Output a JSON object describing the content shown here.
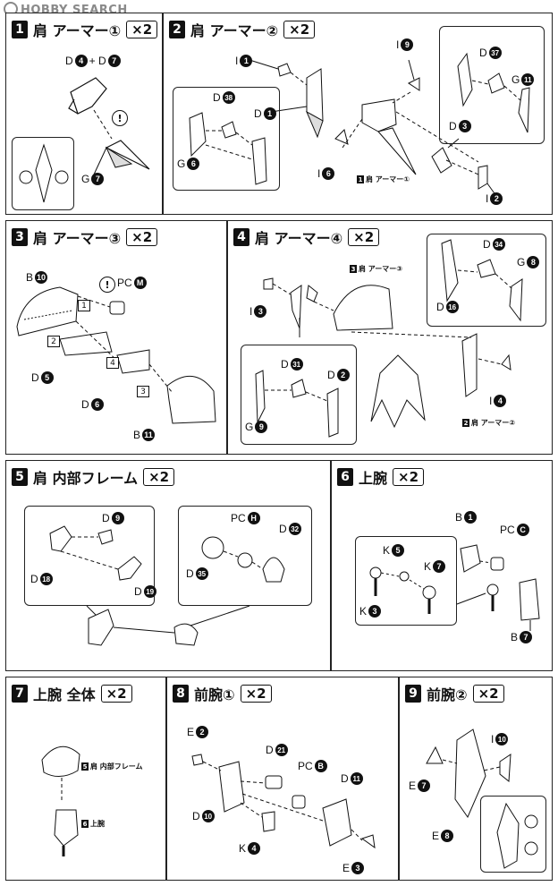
{
  "watermark": "HOBBY SEARCH",
  "panels": {
    "p1": {
      "num": "1",
      "title": "肩 アーマー①",
      "mult": "×2",
      "labels": {
        "d4d7": "D❹ + D❼",
        "d4": "D",
        "d4n": "4",
        "plus": "+ D",
        "d7n": "7",
        "g": "G",
        "g7": "7"
      }
    },
    "p2": {
      "num": "2",
      "title": "肩 アーマー②",
      "mult": "×2",
      "labels": {
        "i1": "1",
        "i9": "9",
        "d38": "38",
        "d1": "1",
        "g6": "6",
        "d37": "37",
        "g11": "11",
        "d3": "3",
        "i6": "6",
        "i2": "2",
        "ref": "肩 アーマー①",
        "refn": "1"
      }
    },
    "p3": {
      "num": "3",
      "title": "肩 アーマー③",
      "mult": "×2",
      "labels": {
        "b10": "10",
        "pcm": "M",
        "d5": "5",
        "d6": "6",
        "b11": "11",
        "s1": "1",
        "s2": "2",
        "s3": "3",
        "s4": "4"
      }
    },
    "p4": {
      "num": "4",
      "title": "肩 アーマー④",
      "mult": "×2",
      "labels": {
        "i3": "3",
        "d31": "31",
        "d2": "2",
        "g9": "9",
        "d34": "34",
        "g8": "8",
        "d16": "16",
        "i4": "4",
        "ref3": "肩 アーマー③",
        "ref3n": "3",
        "ref2": "肩 アーマー②",
        "ref2n": "2"
      }
    },
    "p5": {
      "num": "5",
      "title": "肩 内部フレーム",
      "mult": "×2",
      "labels": {
        "d9": "9",
        "d18": "18",
        "d19": "19",
        "pch": "H",
        "d32": "32",
        "d35": "35"
      }
    },
    "p6": {
      "num": "6",
      "title": "上腕",
      "mult": "×2",
      "labels": {
        "b1": "1",
        "pcc": "C",
        "k5": "5",
        "k7": "7",
        "k3": "3",
        "b7": "7"
      }
    },
    "p7": {
      "num": "7",
      "title": "上腕 全体",
      "mult": "×2",
      "labels": {
        "ref5": "肩 内部フレーム",
        "ref5n": "5",
        "ref6": "上腕",
        "ref6n": "6"
      }
    },
    "p8": {
      "num": "8",
      "title": "前腕①",
      "mult": "×2",
      "labels": {
        "e2": "2",
        "d21": "21",
        "pcb": "B",
        "d11": "11",
        "d10": "10",
        "k4": "4",
        "e3": "3"
      }
    },
    "p9": {
      "num": "9",
      "title": "前腕②",
      "mult": "×2",
      "labels": {
        "i10": "10",
        "e7": "7",
        "e8": "8"
      }
    }
  },
  "letters": {
    "D": "D",
    "G": "G",
    "I": "I",
    "B": "B",
    "PC": "PC",
    "K": "K",
    "E": "E",
    "excl": "!"
  }
}
